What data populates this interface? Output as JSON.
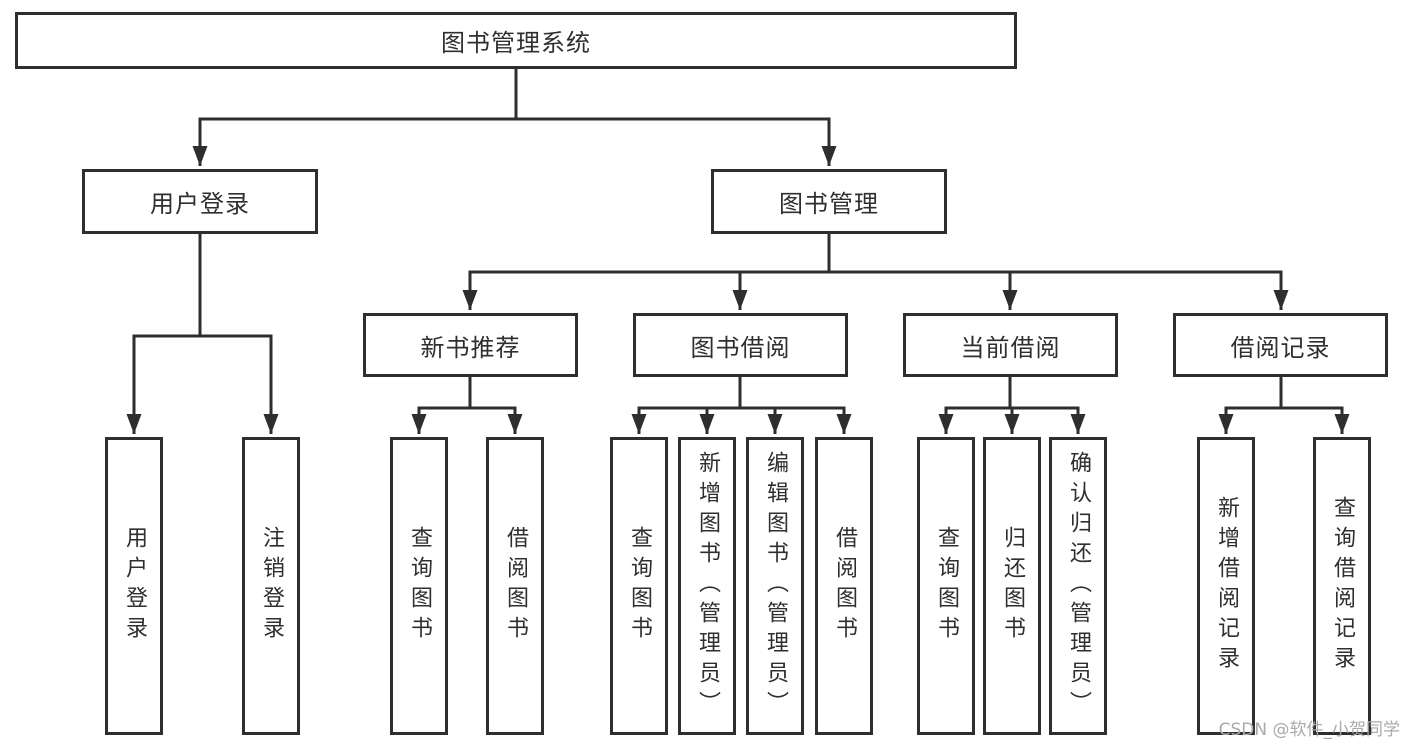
{
  "diagram": {
    "title": "图书管理系统",
    "root": {
      "label": "图书管理系统"
    },
    "branches": [
      {
        "label": "用户登录",
        "children": [
          {
            "label": "用户登录"
          },
          {
            "label": "注销登录"
          }
        ]
      },
      {
        "label": "图书管理",
        "children": [
          {
            "label": "新书推荐",
            "children": [
              {
                "label": "查询图书"
              },
              {
                "label": "借阅图书"
              }
            ]
          },
          {
            "label": "图书借阅",
            "children": [
              {
                "label": "查询图书"
              },
              {
                "label": "新增图书（管理员）"
              },
              {
                "label": "编辑图书（管理员）"
              },
              {
                "label": "借阅图书"
              }
            ]
          },
          {
            "label": "当前借阅",
            "children": [
              {
                "label": "查询图书"
              },
              {
                "label": "归还图书"
              },
              {
                "label": "确认归还（管理员）"
              }
            ]
          },
          {
            "label": "借阅记录",
            "children": [
              {
                "label": "新增借阅记录"
              },
              {
                "label": "查询借阅记录"
              }
            ]
          }
        ]
      }
    ]
  },
  "watermark": "CSDN @软件_小贺同学",
  "colors": {
    "line": "#2e2e2e",
    "text": "#2f2f2f",
    "watermark": "#aaaaaa",
    "background": "#ffffff"
  }
}
